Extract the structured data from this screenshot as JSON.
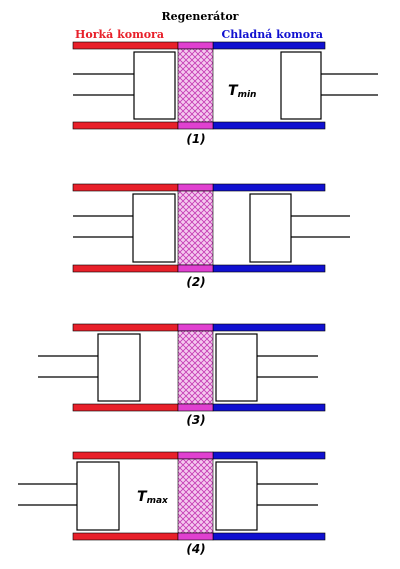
{
  "header": {
    "regenerator_label": "Regenerátor",
    "hot_label": "Horká komora",
    "cold_label": "Chladná komora"
  },
  "colors": {
    "hot": "#e8202a",
    "cold": "#1010d0",
    "regenerator": "#e040d0"
  },
  "stages": [
    {
      "label": "(1)",
      "temp_main": "T",
      "temp_sub": "min"
    },
    {
      "label": "(2)"
    },
    {
      "label": "(3)"
    },
    {
      "label": "(4)",
      "temp_main": "T",
      "temp_sub": "max"
    }
  ]
}
